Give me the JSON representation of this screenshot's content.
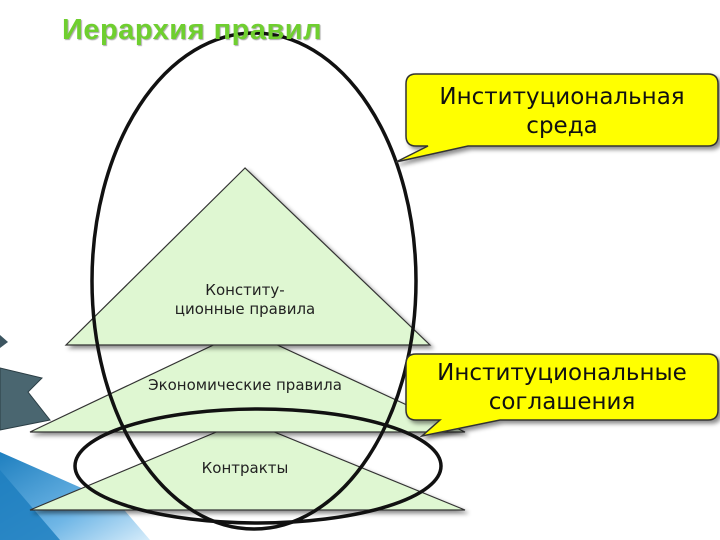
{
  "title": "Иерархия правил",
  "tiers": {
    "top": {
      "line1": "Конститу-",
      "line2": "ционные правила"
    },
    "middle": {
      "label": "Экономические правила"
    },
    "bottom": {
      "label": "Контракты"
    }
  },
  "callouts": {
    "environment": {
      "line1": "Институциональная",
      "line2": "среда"
    },
    "agreements": {
      "line1": "Институциональные",
      "line2": "соглашения"
    }
  },
  "colors": {
    "title": "#6fcf2f",
    "pyramid_fill": "#dff7d2",
    "callout_fill": "#ffff00",
    "accent_slate": "#4a6670",
    "accent_blue": "#2b8fd0"
  }
}
